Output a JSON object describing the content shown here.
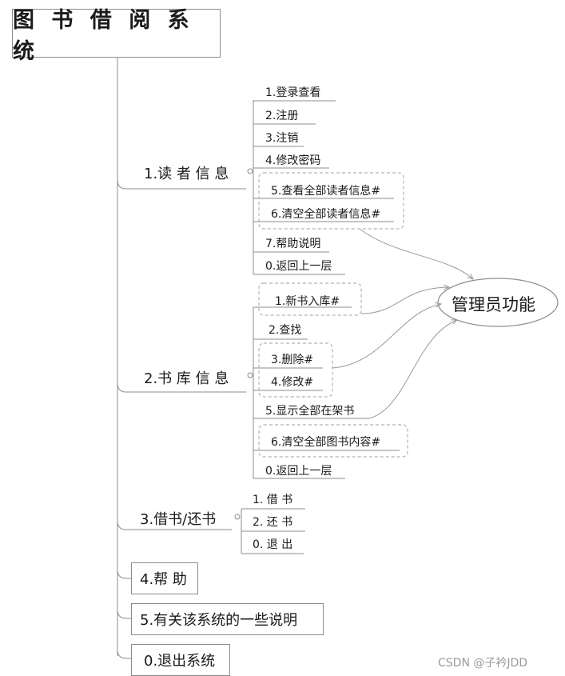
{
  "root": {
    "title": "图 书 借 阅 系 统"
  },
  "branches": [
    {
      "label": "1.读 者 信 息",
      "items": [
        "1.登录查看",
        "2.注册",
        "3.注销",
        "4.修改密码",
        "5.查看全部读者信息#",
        "6.清空全部读者信息#",
        "7.帮助说明",
        "0.返回上一层"
      ]
    },
    {
      "label": "2.书 库 信 息",
      "items": [
        "1.新书入库#",
        "2.查找",
        "3.删除#",
        "4.修改#",
        "5.显示全部在架书",
        "6.清空全部图书内容#",
        "0.返回上一层"
      ]
    },
    {
      "label": "3.借书/还书",
      "items": [
        "1. 借 书",
        "2. 还 书",
        "0. 退 出"
      ]
    }
  ],
  "boxes": [
    "4.帮 助",
    "5.有关该系统的一些说明",
    "0.退出系统"
  ],
  "admin": {
    "label": "管理员功能"
  },
  "watermark": "CSDN @子衿JDD",
  "colors": {
    "line": "#8c8c8c",
    "dashed": "#b3b3b3",
    "text": "#1a1a1a"
  }
}
